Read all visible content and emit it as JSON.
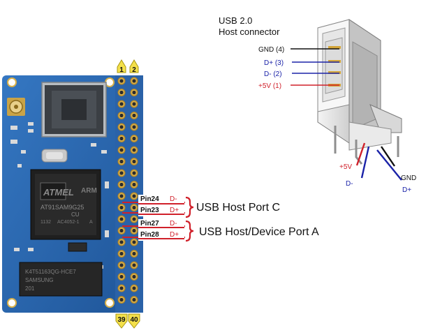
{
  "board": {
    "pin_markers": {
      "top_left": "1",
      "top_right": "2",
      "bottom_left": "39",
      "bottom_right": "40"
    },
    "chip_brand": "ATMEL",
    "chip_part": "AT91SAM9G25",
    "chip_suffix": "CU",
    "chip_codes": [
      "1132",
      "AC4052-1",
      "A"
    ],
    "chip_arm": "ARM",
    "ram_label": "K4T51163QG-HCE7",
    "ram_brand": "SAMSUNG",
    "ram_code": "201",
    "pin_labels": [
      {
        "pin": "Pin24",
        "signal": "D-"
      },
      {
        "pin": "Pin23",
        "signal": "D+"
      },
      {
        "pin": "Pin27",
        "signal": "D-"
      },
      {
        "pin": "Pin28",
        "signal": "D+"
      }
    ],
    "ports": [
      "USB Host Port C",
      "USB Host/Device Port A"
    ]
  },
  "connector": {
    "title_line1": "USB 2.0",
    "title_line2": "Host connector",
    "pins": [
      {
        "label": "GND (4)",
        "color": "#111111"
      },
      {
        "label": "D+  (3)",
        "color": "#1a22a8"
      },
      {
        "label": "D-   (2)",
        "color": "#1a22a8"
      },
      {
        "label": "+5V (1)",
        "color": "#d0202a"
      }
    ],
    "leg_labels": [
      {
        "label": "+5V",
        "color": "#d0202a"
      },
      {
        "label": "D-",
        "color": "#1a22a8"
      },
      {
        "label": "GND",
        "color": "#111111"
      },
      {
        "label": "D+",
        "color": "#1a22a8"
      }
    ]
  },
  "colors": {
    "pcb": "#2c67b0",
    "pin_marker": "#f4e04a",
    "wire_red": "#d0202a",
    "wire_blue": "#1a22a8",
    "wire_black": "#111111",
    "gold": "#d4a63a"
  }
}
